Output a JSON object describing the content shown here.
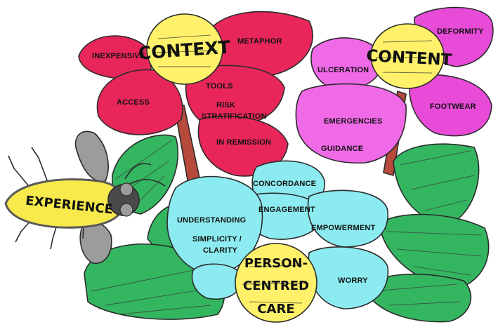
{
  "colors": {
    "context_petals": "#e8265a",
    "content_petals": "#f06ae8",
    "content_petal_deep": "#e94bd9",
    "care_petals": "#8cebf0",
    "flower_centres": "#fff26a",
    "leaves": "#34b560",
    "stems": "#b84a3c",
    "bee_body": "#f7ea4a",
    "bee_wings": "#9c9c9c"
  },
  "icons": {
    "bee": "bee-icon",
    "leaf": "leaf-icon"
  },
  "flowers": {
    "context": {
      "hub": "CONTEXT",
      "petals": [
        "INEXPENSIVE",
        "METAPHOR",
        "ACCESS",
        "TOOLS",
        "RISK",
        "STRATIFICATION",
        "IN REMISSION"
      ]
    },
    "content": {
      "hub": "CONTENT",
      "petals": [
        "DEFORMITY",
        "ULCERATION",
        "FOOTWEAR",
        "EMERGENCIES",
        "GUIDANCE"
      ]
    },
    "care": {
      "hub_lines": [
        "PERSON-",
        "CENTRED",
        "CARE"
      ],
      "petals": [
        "CONCORDANCE",
        "ENGAGEMENT",
        "UNDERSTANDING",
        "SIMPLICITY /",
        "CLARITY",
        "EMPOWERMENT",
        "WORRY"
      ]
    }
  },
  "bee": {
    "label": "EXPERIENCE"
  }
}
